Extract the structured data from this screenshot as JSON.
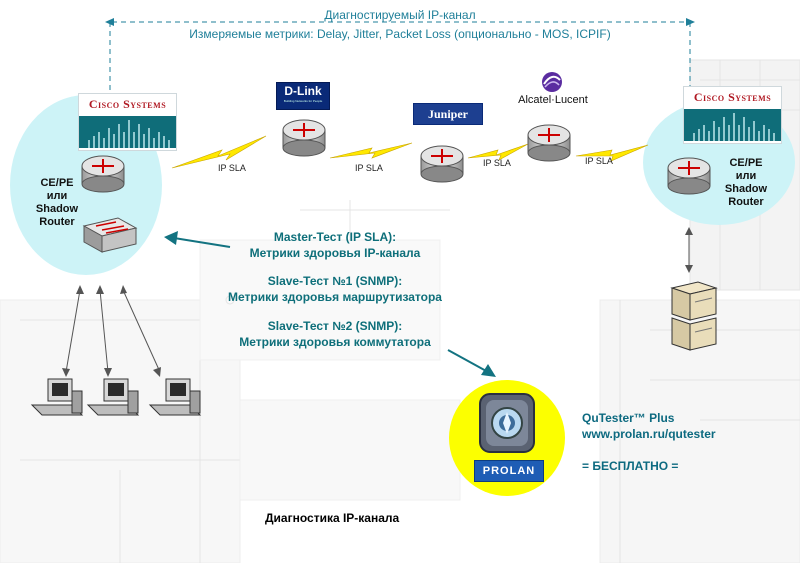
{
  "header": {
    "channel_title": "Диагностируемый IP-канал",
    "metrics_line": "Измеряемые метрики: Delay, Jitter, Packet Loss (опционально - MOS, ICPIF)"
  },
  "vendors": {
    "cisco_left": "Cisco Systems",
    "cisco_right": "Cisco Systems",
    "dlink": "D-Link",
    "dlink_tagline": "Building Networks for People",
    "juniper": "Juniper",
    "alcatel": "Alcatel·Lucent"
  },
  "links": {
    "sla1": "IP SLA",
    "sla2": "IP SLA",
    "sla3": "IP SLA",
    "sla4": "IP SLA"
  },
  "routers": {
    "left_label": [
      "CE/PE",
      "или",
      "Shadow",
      "Router"
    ],
    "right_label": [
      "CE/PE",
      "или",
      "Shadow",
      "Router"
    ]
  },
  "tests": {
    "master_title": "Master-Тест (IP SLA):",
    "master_desc": "Метрики здоровья  IP-канала",
    "slave1_title": "Slave-Тест №1 (SNMP):",
    "slave1_desc": "Метрики здоровья маршрутизатора",
    "slave2_title": "Slave-Тест №2 (SNMP):",
    "slave2_desc": "Метрики здоровья коммутатора"
  },
  "product": {
    "name": "QuTester™  Plus",
    "url": "www.prolan.ru/qutester",
    "price": "= БЕСПЛАТНО =",
    "logo": "PROLAN"
  },
  "caption": "Диагностика IP-канала",
  "colors": {
    "bubble": "#cdf3f7",
    "teal": "#0e6f7a",
    "lightning": "#ffe800",
    "yellow_circle": "#fcff00"
  }
}
